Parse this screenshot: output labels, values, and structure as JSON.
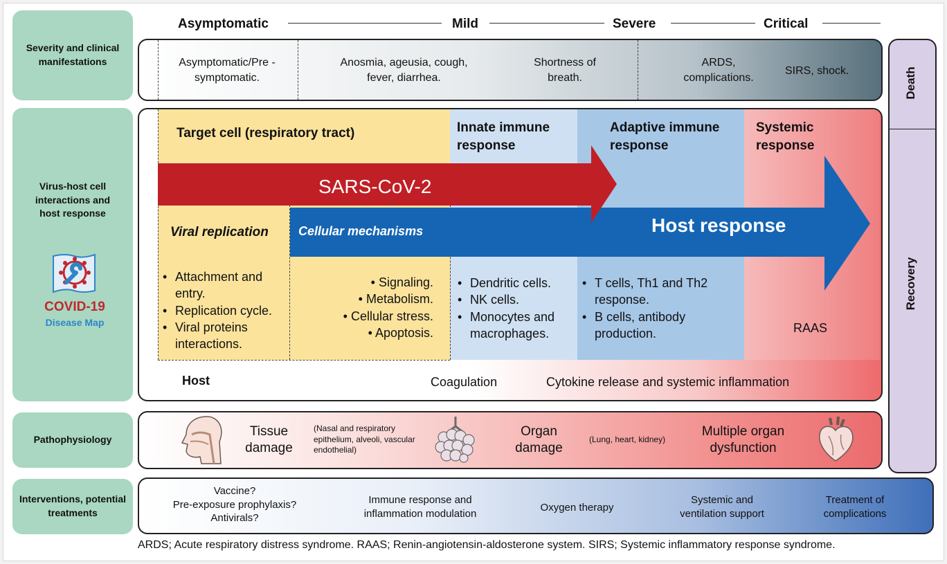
{
  "row_labels": {
    "severity": "Severity and clinical manifestations",
    "virus_host": "Virus-host cell interactions and host response",
    "pathophysiology": "Pathophysiology",
    "interventions": "Interventions, potential treatments"
  },
  "logo": {
    "line1": "COVID-19",
    "line2": "Disease Map",
    "icon": "covid-wrench-icon",
    "red": "#c0282d",
    "blue": "#2e86c8"
  },
  "severity_stages": [
    "Asymptomatic",
    "Mild",
    "Severe",
    "Critical"
  ],
  "manifestations": {
    "asymptomatic": "Asymptomatic/Pre -symptomatic.",
    "mild": "Anosmia, ageusia, cough, fever, diarrhea.",
    "shortness": "Shortness of breath.",
    "ards": "ARDS, complications.",
    "sirs": "SIRS, shock."
  },
  "outcomes": {
    "death": "Death",
    "recovery": "Recovery",
    "color": "#d9cfe6"
  },
  "response": {
    "target_cell": "Target cell (respiratory tract)",
    "innate": "Innate immune response",
    "adaptive": "Adaptive immune response",
    "systemic": "Systemic response",
    "virus_arrow": "SARS-CoV-2",
    "host_arrow": "Host response",
    "viral_replication": "Viral replication",
    "cellular_mechanisms": "Cellular mechanisms",
    "replication_items": [
      "Attachment and entry.",
      "Replication cycle.",
      "Viral proteins interactions."
    ],
    "mechanism_items": [
      "Signaling.",
      "Metabolism.",
      "Cellular stress.",
      "Apoptosis."
    ],
    "innate_items": [
      "Dendritic cells.",
      "NK cells.",
      "Monocytes and macrophages."
    ],
    "adaptive_items": [
      "T cells, Th1 and Th2 response.",
      "B cells, antibody production."
    ],
    "raas": "RAAS",
    "host": "Host",
    "coagulation": "Coagulation",
    "cytokine": "Cytokine release and systemic inflammation",
    "colors": {
      "yellow": "#fbe39c",
      "innate": "#cfe0f2",
      "adaptive": "#a7c7e7",
      "red_arrow": "#c01f25",
      "blue_arrow": "#1565b4"
    }
  },
  "pathophysiology": {
    "tissue": "Tissue damage",
    "tissue_note": "(Nasal and respiratory epithelium, alveoli, vascular endothelial)",
    "organ": "Organ damage",
    "organ_note": "(Lung, heart, kidney)",
    "multi": "Multiple organ dysfunction",
    "icons": [
      "head-airway-icon",
      "alveoli-icon",
      "heart-icon"
    ]
  },
  "interventions": {
    "vaccine": "Vaccine?",
    "prep": "Pre-exposure prophylaxis?",
    "antivirals": "Antivirals?",
    "immune": "Immune response and inflammation modulation",
    "oxygen": "Oxygen therapy",
    "systemic": "Systemic and ventilation support",
    "complications": "Treatment of complications"
  },
  "footnote": "ARDS; Acute respiratory distress syndrome. RAAS; Renin-angiotensin-aldosterone system. SIRS; Systemic inflammatory response syndrome."
}
